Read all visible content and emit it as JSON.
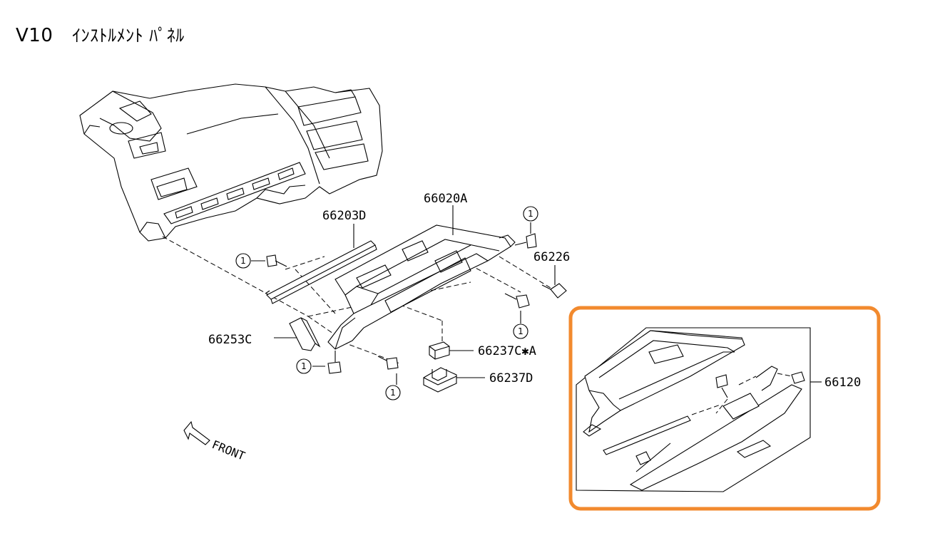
{
  "title": {
    "code": "V10",
    "name": "ｲﾝｽﾄﾙﾒﾝﾄ ﾊﾟﾈﾙ"
  },
  "part_labels": {
    "p66203D": "66203D",
    "p66020A": "66020A",
    "p66226": "66226",
    "p66253C": "66253C",
    "p66237CA": "66237C✱A",
    "p66237D": "66237D",
    "p66120": "66120"
  },
  "ref_marker": "1",
  "front_label": "FRONT",
  "colors": {
    "highlight_border": "#f28a2e",
    "line": "#000000",
    "background": "#ffffff"
  },
  "icons": {
    "front_arrow": "arrow-up-left-outline-icon",
    "ref_marker": "circled-number-icon"
  }
}
